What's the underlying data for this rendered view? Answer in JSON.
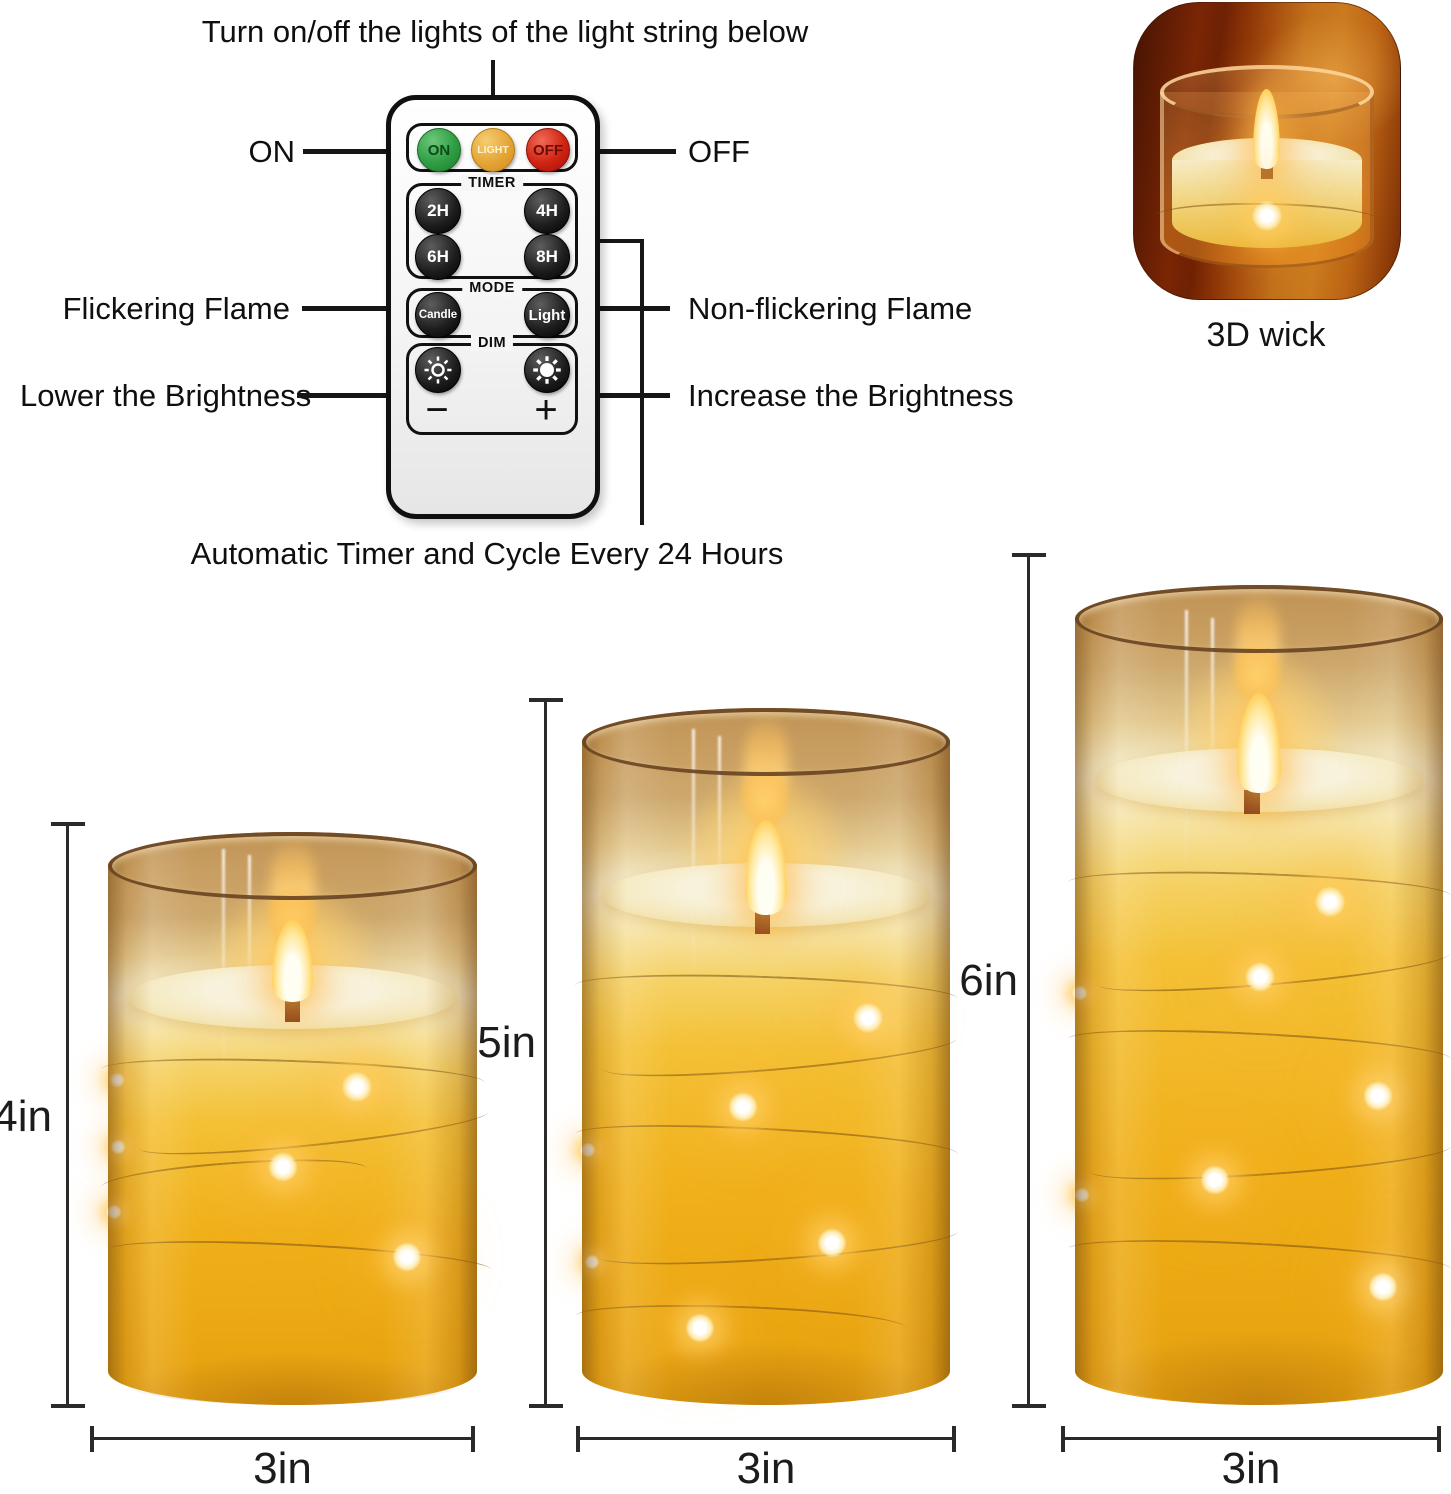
{
  "callouts": {
    "top": "Turn on/off the lights of the light string below",
    "bottom": "Automatic Timer and Cycle Every 24 Hours",
    "left": {
      "on": "ON",
      "flame": "Flickering Flame",
      "brightness": "Lower the Brightness"
    },
    "right": {
      "off": "OFF",
      "flame": "Non-flickering Flame",
      "brightness": "Increase the Brightness"
    }
  },
  "remote": {
    "power": [
      {
        "label": "ON"
      },
      {
        "label": "LIGHT"
      },
      {
        "label": "OFF"
      }
    ],
    "sections": {
      "timer": "TIMER",
      "mode": "MODE",
      "dim": "DIM"
    },
    "timer_buttons": [
      "2H",
      "4H",
      "6H",
      "8H"
    ],
    "mode_buttons": [
      "Candle",
      "Light"
    ],
    "dim_minus": "−",
    "dim_plus": "+"
  },
  "wick_tile": {
    "caption": "3D wick"
  },
  "candles": [
    {
      "height_label": "4in",
      "width_label": "3in"
    },
    {
      "height_label": "5in",
      "width_label": "3in"
    },
    {
      "height_label": "6in",
      "width_label": "3in"
    }
  ],
  "colors": {
    "power_on": "#2f9e43",
    "power_light": "#e5a535",
    "power_off": "#d02413",
    "candle_gold": "#f2b91f",
    "glass_amber": "#c49a5e",
    "annotation_line": "#161616"
  }
}
